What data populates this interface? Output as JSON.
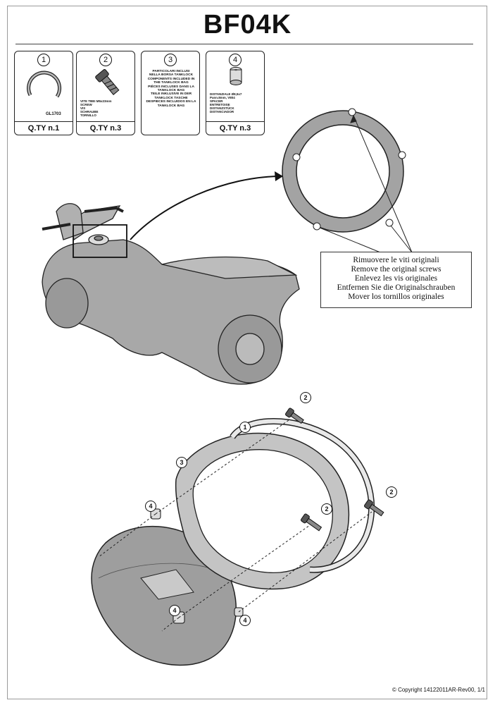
{
  "title": "BF04K",
  "parts": [
    {
      "number": "1",
      "code": "GL1703",
      "qty": "Q.TY n.1",
      "icon": "ring-icon"
    },
    {
      "number": "2",
      "desc": [
        "VITE TBEI M5x23mm",
        "SCREW",
        "VIS",
        "SCHRAUBE",
        "TORNILLO"
      ],
      "qty": "Q.TY n.3",
      "icon": "screw-icon"
    },
    {
      "number": "3",
      "desc": [
        "PARTICOLARI INCLUSI",
        "NELLA BORSA TANKLOCK",
        "COMPONENTS INCLUDED IN",
        "THE TANKLOCK BAG",
        "PIÈCES INCLUSES DANS LA",
        "TANKLOCK BAG",
        "TEILE INKLUSIVE IN DER",
        "TANKLOCK TASCHE",
        "DESPIECES INCLUIDOS EN LA",
        "TANKLOCK BAG"
      ]
    },
    {
      "number": "4",
      "desc": [
        "DISTANZIALE Ø8,5x7",
        "Pann.8mm, V804",
        "SPACER",
        "ENTRETOISE",
        "DISTANZSTÜCK",
        "DISTANCIADOR"
      ],
      "qty": "Q.TY n.3",
      "icon": "spacer-icon"
    }
  ],
  "instructions": [
    "Rimuovere le viti originali",
    "Remove the original screws",
    "Enlevez  les vis originales",
    "Entfernen Sie die Originalschrauben",
    "Mover los tornillos originales"
  ],
  "callouts": [
    "2",
    "1",
    "3",
    "2",
    "2",
    "4",
    "4",
    "4"
  ],
  "copyright": "© Copyright 14122011AR-Rev00, 1/1",
  "colors": {
    "line": "#222222",
    "fill_gray": "#9c9c9c",
    "fill_light": "#c8c8c8"
  }
}
